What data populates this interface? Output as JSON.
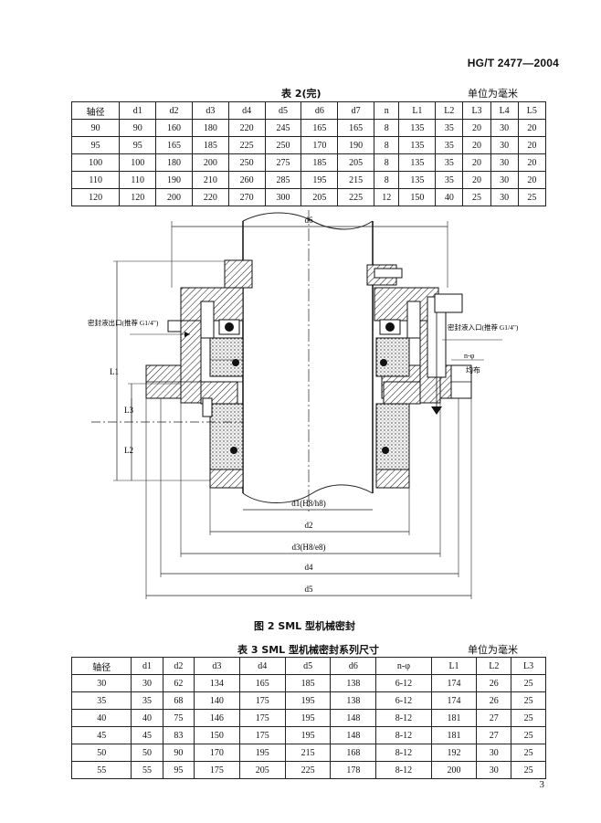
{
  "header": {
    "standard_no": "HG/T 2477—2004"
  },
  "table2": {
    "caption": "表 2(完)",
    "unit": "单位为毫米",
    "columns": [
      "轴径",
      "d1",
      "d2",
      "d3",
      "d4",
      "d5",
      "d6",
      "d7",
      "n",
      "L1",
      "L2",
      "L3",
      "L4",
      "L5"
    ],
    "rows": [
      [
        "90",
        "90",
        "160",
        "180",
        "220",
        "245",
        "165",
        "165",
        "8",
        "135",
        "35",
        "20",
        "30",
        "20"
      ],
      [
        "95",
        "95",
        "165",
        "185",
        "225",
        "250",
        "170",
        "190",
        "8",
        "135",
        "35",
        "20",
        "30",
        "20"
      ],
      [
        "100",
        "100",
        "180",
        "200",
        "250",
        "275",
        "185",
        "205",
        "8",
        "135",
        "35",
        "20",
        "30",
        "20"
      ],
      [
        "110",
        "110",
        "190",
        "210",
        "260",
        "285",
        "195",
        "215",
        "8",
        "135",
        "35",
        "20",
        "30",
        "20"
      ],
      [
        "120",
        "120",
        "200",
        "220",
        "270",
        "300",
        "205",
        "225",
        "12",
        "150",
        "40",
        "25",
        "30",
        "25"
      ]
    ]
  },
  "figure": {
    "caption": "图 2   SML 型机械密封",
    "label_outlet": "密封液出口(推荐 G1/4\")",
    "label_inlet": "密封液入口(推荐 G1/4\")",
    "label_holes": "n-φ",
    "label_even": "均布",
    "dim_d6": "d6",
    "dim_d1": "d1(H8/h8)",
    "dim_d2": "d2",
    "dim_d3": "d3(H8/e8)",
    "dim_d4": "d4",
    "dim_d5": "d5",
    "dim_L1": "L1",
    "dim_L2": "L2",
    "dim_L3": "L3"
  },
  "table3": {
    "caption": "表 3   SML 型机械密封系列尺寸",
    "unit": "单位为毫米",
    "columns": [
      "轴径",
      "d1",
      "d2",
      "d3",
      "d4",
      "d5",
      "d6",
      "n-φ",
      "L1",
      "L2",
      "L3"
    ],
    "rows": [
      [
        "30",
        "30",
        "62",
        "134",
        "165",
        "185",
        "138",
        "6-12",
        "174",
        "26",
        "25"
      ],
      [
        "35",
        "35",
        "68",
        "140",
        "175",
        "195",
        "138",
        "6-12",
        "174",
        "26",
        "25"
      ],
      [
        "40",
        "40",
        "75",
        "146",
        "175",
        "195",
        "148",
        "8-12",
        "181",
        "27",
        "25"
      ],
      [
        "45",
        "45",
        "83",
        "150",
        "175",
        "195",
        "148",
        "8-12",
        "181",
        "27",
        "25"
      ],
      [
        "50",
        "50",
        "90",
        "170",
        "195",
        "215",
        "168",
        "8-12",
        "192",
        "30",
        "25"
      ],
      [
        "55",
        "55",
        "95",
        "175",
        "205",
        "225",
        "178",
        "8-12",
        "200",
        "30",
        "25"
      ]
    ]
  },
  "footer": {
    "page_number": "3"
  }
}
